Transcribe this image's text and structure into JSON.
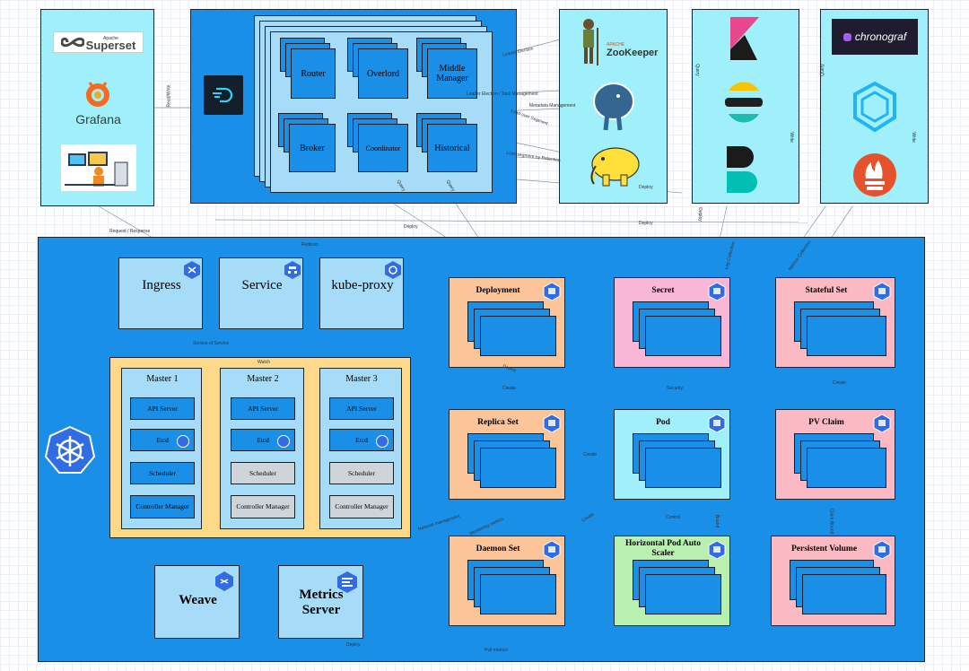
{
  "tools": {
    "superset": {
      "sub": "Apache",
      "name": "Superset"
    },
    "grafana": "Grafana",
    "zookeeper": {
      "sub": "APACHE",
      "name": "ZooKeeper"
    },
    "chronograf": "chronograf"
  },
  "druid": {
    "nodes": [
      "Router",
      "Overlord",
      "Middle Manager",
      "Broker",
      "Coordinator",
      "Historical"
    ]
  },
  "k8s": {
    "edge_services": [
      "Ingress",
      "Service",
      "kube-proxy"
    ],
    "masters": [
      {
        "title": "Master 1",
        "parts": [
          "API Server",
          "Etcd",
          "Scheduler",
          "Controller Manager"
        ]
      },
      {
        "title": "Master 2",
        "parts": [
          "API Server",
          "Etcd",
          "Scheduler",
          "Controller Manager"
        ]
      },
      {
        "title": "Master 3",
        "parts": [
          "API Server",
          "Etcd",
          "Scheduler",
          "Controller Manager"
        ]
      }
    ],
    "weave": "Weave",
    "metrics_server": "Metrics Server",
    "resources": [
      {
        "label": "Deployment",
        "icon": "deploy"
      },
      {
        "label": "Secret",
        "icon": "secret"
      },
      {
        "label": "Stateful Set",
        "icon": "sts"
      },
      {
        "label": "Replica Set",
        "icon": "rs"
      },
      {
        "label": "Pod",
        "icon": "pod"
      },
      {
        "label": "PV Claim",
        "icon": "pvc"
      },
      {
        "label": "Daemon Set",
        "icon": "ds"
      },
      {
        "label": "Horizontal Pod Auto Scaler",
        "icon": "hpa"
      },
      {
        "label": "Persistent Volume",
        "icon": "pv"
      }
    ]
  },
  "edges": {
    "read_write": "Read/Write",
    "request_response": "Request / Response",
    "leader_election": "Leader Election",
    "leader_task": "Leader Election / Task Management",
    "metadata": "Metadata Management",
    "load_segment": "Load over Segment",
    "lose_segment": "Lose segment by Retention",
    "deploy": "Deploy",
    "query": "Query",
    "write": "Write",
    "redirect": "Redirect",
    "service_of_service": "Service of Service",
    "watch": "Watch",
    "create": "Create",
    "security": "Security",
    "control": "Control",
    "network_management": "Network management",
    "monitoring_metrics": "Monitoring metrics",
    "log_collection": "Log Collection",
    "metrics_collection": "Metrics Collection",
    "bound": "Bound",
    "claim_bound": "Claim Bound",
    "pull_metrics": "Pull metrics",
    "deploy_lower": "Deploy"
  }
}
